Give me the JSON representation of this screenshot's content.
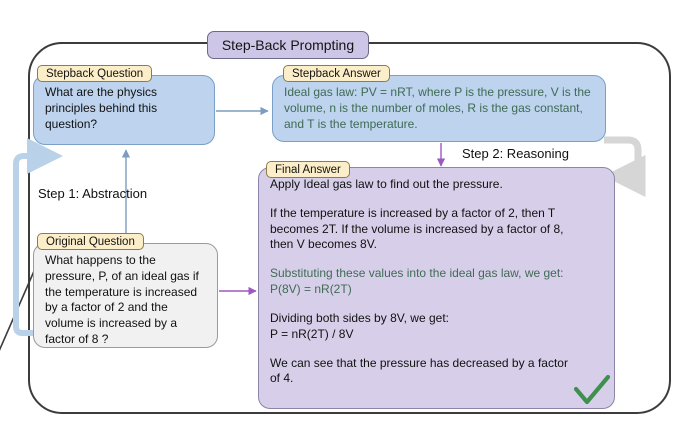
{
  "diagram": {
    "title": "Step-Back Prompting",
    "nodes": {
      "stepback_question": {
        "tab_label": "Stepback Question",
        "text": "What are the physics principles behind this question?"
      },
      "stepback_answer": {
        "tab_label": "Stepback Answer",
        "text": "Ideal gas law: PV = nRT, where P is the pressure, V is the volume, n is the number of moles, R is the gas constant, and T is the temperature."
      },
      "original_question": {
        "tab_label": "Original Question",
        "text": "What happens to the pressure, P, of an ideal gas if the temperature is increased by a factor of 2 and the volume is increased by a factor of 8 ?"
      },
      "final_answer": {
        "tab_label": "Final Answer",
        "paragraphs": [
          "Apply Ideal gas law to find out the pressure.",
          "If the temperature is increased by a factor of 2, then T becomes 2T. If the volume is increased by a factor of 8, then V becomes 8V.",
          "Substituting these values into the ideal gas law, we get: P(8V) = nR(2T)",
          "Dividing both sides by 8V, we get: P = nR(2T) / 8V",
          "We can see that the pressure has decreased by a factor of 4."
        ],
        "p0": "Apply Ideal gas law to find out the pressure.",
        "p1a": "If the temperature is increased by a factor of 2, then T",
        "p1b": "becomes 2T. If the volume is increased by a factor of 8,",
        "p1c": "then V becomes 8V.",
        "p2a": "Substituting these values into the ideal gas law, we get:",
        "p2b": "P(8V) = nR(2T)",
        "p3a": "Dividing both sides by 8V, we get:",
        "p3b": "P = nR(2T) / 8V",
        "p4a": "We can see that the pressure has decreased by a factor",
        "p4b": "of 4."
      }
    },
    "steps": {
      "step1": "Step 1: Abstraction",
      "step2": "Step 2: Reasoning"
    },
    "icons": {
      "check": "check-mark-icon"
    },
    "colors": {
      "title_chip": "#cec6e6",
      "tab_label": "#fbeec8",
      "blue_box": "#bdd3ee",
      "purple_box": "#d7cfe9",
      "gray_box": "#f1f1f1",
      "green_text": "#3f6b54",
      "check_green": "#3f8f4f",
      "arrow_purple": "#9b59c4",
      "arrow_blue": "#7d9dc0",
      "arrow_lightblue": "#b9d2ea",
      "arrow_gray": "#d6d6d6",
      "frame_border": "#3c3c3c"
    }
  }
}
